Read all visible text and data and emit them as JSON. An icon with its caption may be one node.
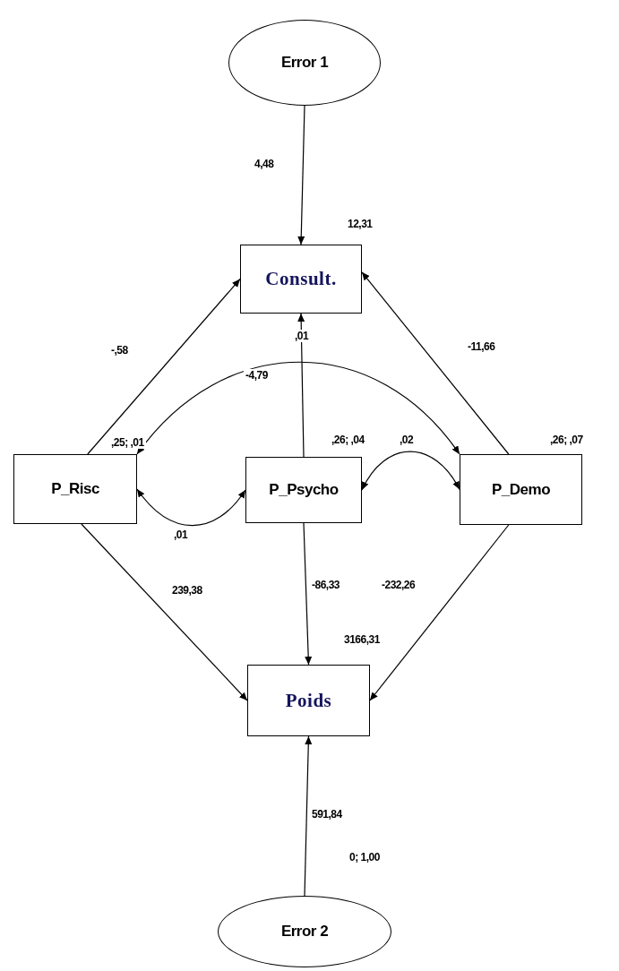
{
  "diagram": {
    "nodes": [
      {
        "text": [
          "Error 1"
        ]
      },
      {
        "text": [
          "Consult."
        ],
        "beside": [
          "12,31"
        ]
      },
      {
        "text": [
          "P_Risc"
        ],
        "beside": [
          ",25; ,01"
        ]
      },
      {
        "text": [
          "P_Psycho"
        ],
        "beside": [
          ",26; ,04"
        ]
      },
      {
        "text": [
          "P_Demo"
        ],
        "beside": [
          ",26; ,07"
        ]
      },
      {
        "text": [
          "Poids"
        ],
        "beside": [
          "3166,31"
        ]
      },
      {
        "text": [
          "Error 2"
        ],
        "beside": [
          "0; 1,00"
        ]
      }
    ],
    "edges": [
      {
        "from": 0,
        "to": 1,
        "arrow": "to",
        "label": "4,48"
      },
      {
        "from": 2,
        "to": 1,
        "arrow": "to",
        "label": "-,58"
      },
      {
        "from": 3,
        "to": 1,
        "arrow": "to",
        "label": ",01"
      },
      {
        "from": 4,
        "to": 1,
        "arrow": "to",
        "label": "-11,66"
      },
      {
        "from": 2,
        "to": 4,
        "arrow": "both",
        "label": "-4,79"
      },
      {
        "from": 2,
        "to": 3,
        "arrow": "both",
        "label": ",01"
      },
      {
        "from": 3,
        "to": 4,
        "arrow": "both",
        "label": ",02"
      },
      {
        "from": 2,
        "to": 5,
        "arrow": "to",
        "label": "239,38"
      },
      {
        "from": 3,
        "to": 5,
        "arrow": "to",
        "label": "-86,33"
      },
      {
        "from": 4,
        "to": 5,
        "arrow": "to",
        "label": "-232,26"
      },
      {
        "from": 6,
        "to": 5,
        "arrow": "to",
        "label": "591,84"
      }
    ]
  }
}
